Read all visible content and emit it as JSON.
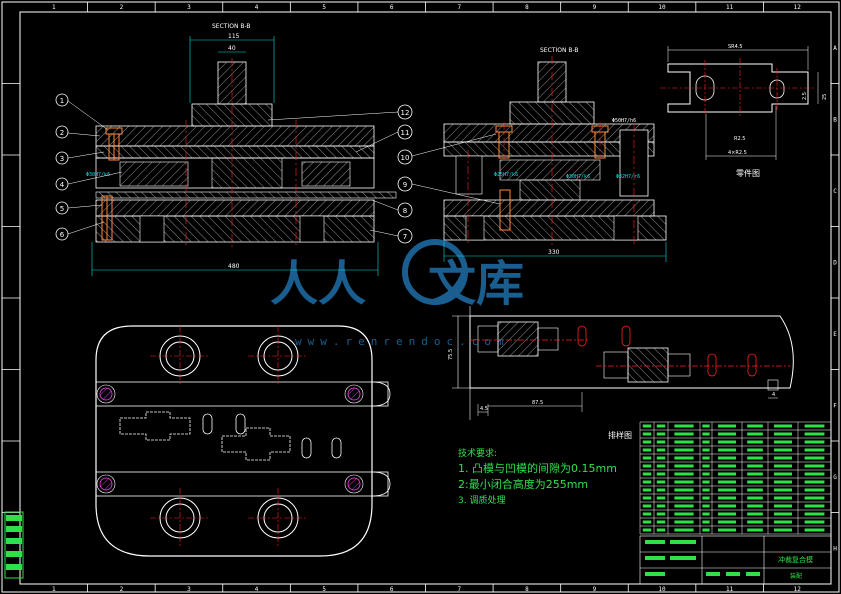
{
  "sections": {
    "left_title": "SECTION B-B",
    "right_title": "SECTION B-B"
  },
  "dimensions": {
    "top_width": "115",
    "inner_width": "40",
    "left_overall": "480",
    "right_overall": "330",
    "fit_h7": "Φ50H7/h6",
    "fit_left": "Φ30H7/k6",
    "fit_r1": "Φ25H7/k6",
    "fit_r2": "Φ30H7/k6",
    "fit_r3": "Φ32H7/r6"
  },
  "balloons": {
    "b1": "1",
    "b2": "2",
    "b3": "3",
    "b4": "4",
    "b5": "5",
    "b6": "6",
    "b7": "7",
    "b8": "8",
    "b9": "9",
    "b10": "10",
    "b11": "11",
    "b12": "12"
  },
  "part_drawing": {
    "label": "零件图",
    "dim_top": "SR4.5",
    "dim_right1": "2.5",
    "dim_right2": "25",
    "dim_bottom1": "R2.5",
    "dim_bottom2": "4×R2.5"
  },
  "strip_layout": {
    "dim_height": "75.5",
    "dim_left": "4.5",
    "dim_pitch": "87.5",
    "dim_right": "4"
  },
  "tech_req": {
    "title": "技术要求:",
    "line1": "1. 凸模与凹模的间隙为0.15mm",
    "line2": "2:最小闭合高度为255mm",
    "line3": "3. 调质处理"
  },
  "bom": {
    "title": "排样图",
    "drawing_name": "冲裁复合模",
    "sheet": "装配"
  },
  "watermark": {
    "text1": "人人",
    "text2": "文库",
    "url": "www.renrendoc.com"
  },
  "grid_numbers": [
    "1",
    "2",
    "3",
    "4",
    "5",
    "6",
    "7",
    "8",
    "9",
    "10",
    "11",
    "12"
  ],
  "grid_letters": [
    "A",
    "B",
    "C",
    "D",
    "E",
    "F",
    "G",
    "H"
  ],
  "colors": {
    "hatch": "#ffffff",
    "centerline": "#ff2020",
    "bolts": "#ff8a3c",
    "dims": "#00e0e0",
    "balloons": "#ffffff",
    "tech_text": "#2fe04a",
    "magenta": "#ff40ff"
  }
}
